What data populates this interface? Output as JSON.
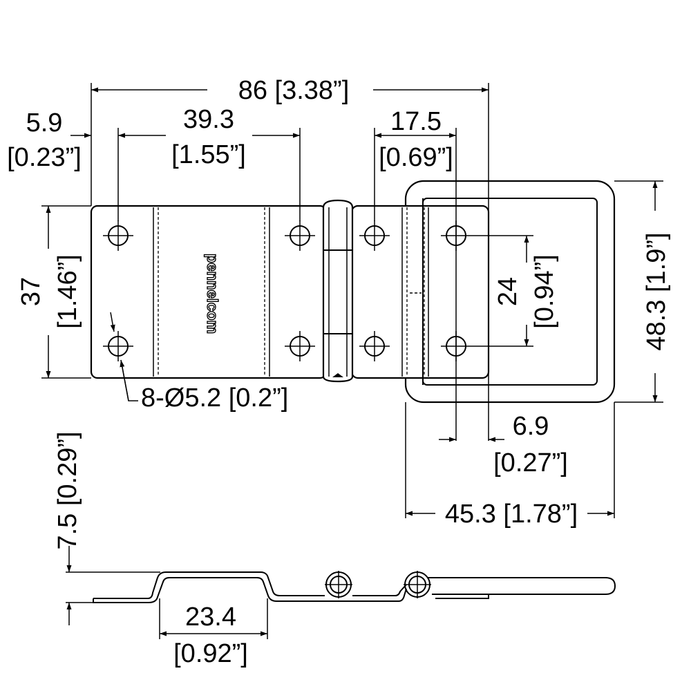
{
  "logo_text": "pennelcom",
  "dimensions": {
    "overall_length": "86 [3.38”]",
    "edge_to_hole_mm": "5.9",
    "edge_to_hole_in": "[0.23”]",
    "hole_spacing_mm": "39.3",
    "hole_spacing_in": "[1.55”]",
    "hinge_hole_spacing_mm": "17.5",
    "hinge_hole_spacing_in": "[0.69”]",
    "plate_width": "37",
    "plate_width_in": "[1.46”]",
    "hole_vertical_spacing": "24",
    "hole_vertical_spacing_in": "[0.94”]",
    "ring_height": "48.3 [1.9”]",
    "hole_diameter": "8-Ø5.2 [0.2”]",
    "ring_offset_mm": "6.9",
    "ring_offset_in": "[0.27”]",
    "ring_width": "45.3 [1.78”]",
    "profile_height": "7.5 [0.29”]",
    "profile_width_mm": "23.4",
    "profile_width_in": "[0.92”]"
  }
}
